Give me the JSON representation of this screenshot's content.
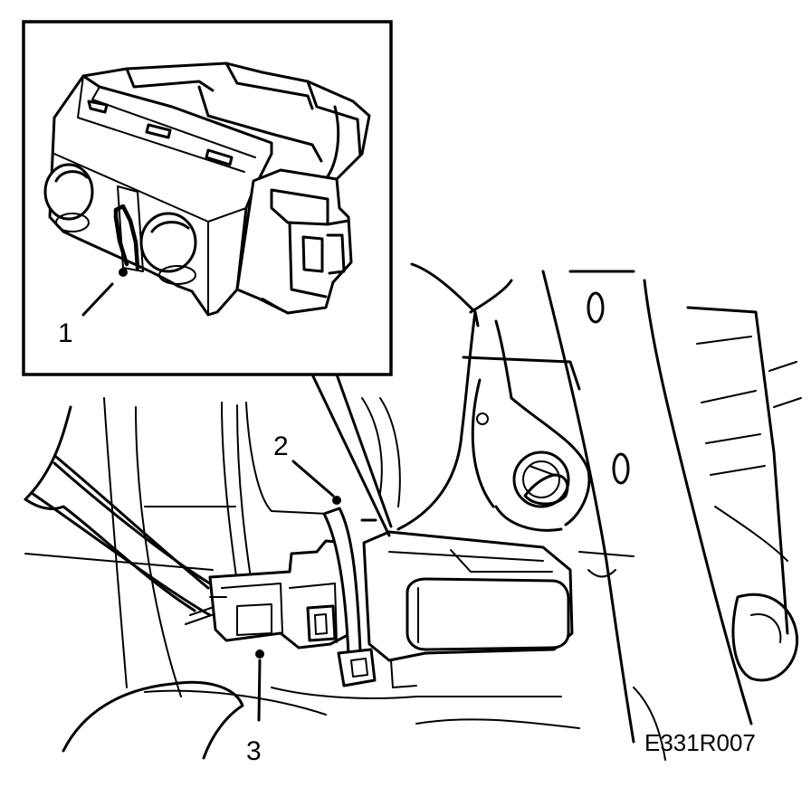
{
  "callouts": [
    {
      "label": "1"
    },
    {
      "label": "2"
    },
    {
      "label": "3"
    }
  ],
  "figure_code": "E331R007"
}
